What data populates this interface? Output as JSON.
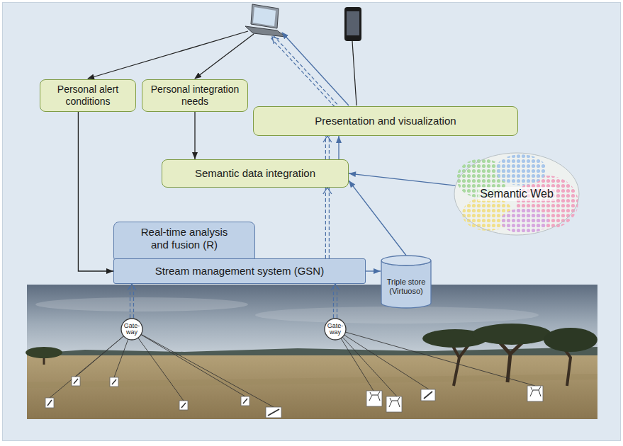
{
  "diagram": {
    "nodes": [
      {
        "text": [
          "Personal alert conditions"
        ]
      },
      {
        "text": [
          "Personal integration needs"
        ]
      },
      {
        "text": [
          "Presentation and visualization"
        ]
      },
      {
        "text": [
          "Semantic data integration"
        ]
      },
      {
        "text": [
          "Semantic Web"
        ]
      },
      {
        "text": [
          "Real-time analysis and fusion (R)"
        ]
      },
      {
        "text": [
          "Stream management system (GSN)"
        ]
      },
      {
        "text": [
          "Triple store (Virtuoso)"
        ]
      },
      {
        "text": [
          "Gate-way"
        ]
      },
      {
        "text": [
          "Gate-way"
        ]
      }
    ],
    "edges": [
      {
        "from": 0,
        "to": 6,
        "arrow": "to"
      },
      {
        "from": 1,
        "to": 3,
        "arrow": "to"
      },
      {
        "from": 3,
        "to": 2,
        "arrow": "to"
      },
      {
        "from": 3,
        "to": 2,
        "arrow": "to"
      },
      {
        "from": 6,
        "to": 3,
        "arrow": "to"
      },
      {
        "from": 7,
        "to": 3,
        "arrow": "to"
      },
      {
        "from": 4,
        "to": 3,
        "arrow": "to"
      },
      {
        "from": 6,
        "to": 7,
        "arrow": "to"
      },
      {
        "from": 8,
        "to": 6,
        "arrow": "to"
      },
      {
        "from": 9,
        "to": 6,
        "arrow": "to"
      }
    ]
  }
}
